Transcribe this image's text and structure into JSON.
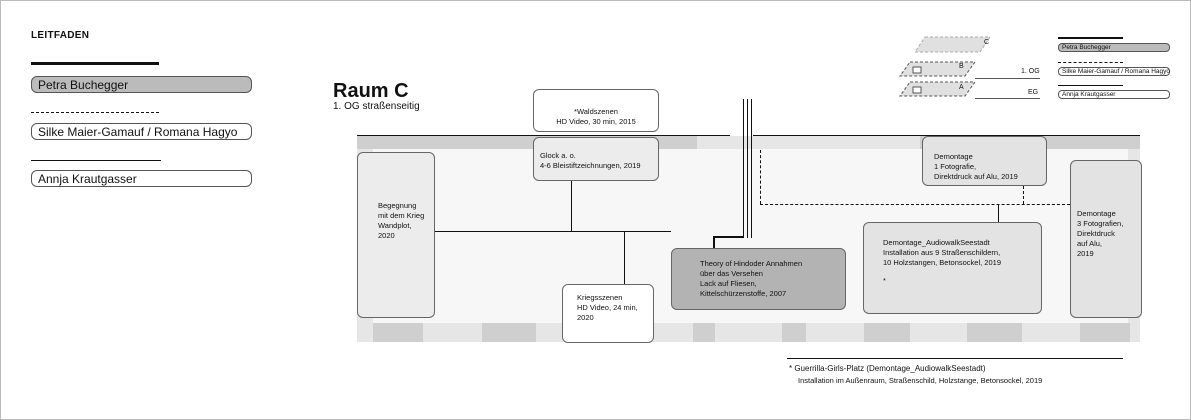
{
  "legend": {
    "title": "LEITFADEN",
    "items": [
      {
        "label": "Petra Buchegger"
      },
      {
        "label": "Silke Maier-Gamauf / Romana Hagyo"
      },
      {
        "label": "Annja Krautgasser"
      }
    ]
  },
  "room": {
    "title": "Raum C",
    "subtitle": "1. OG straßenseitig"
  },
  "works": {
    "waldszenen": "*Waldszenen\nHD Video, 30 min, 2015",
    "glock": "Glock a. o.\n4-6 Bleistiftzeichnungen, 2019",
    "begegnung": "Begegnung\nmit dem Krieg\nWandplot,\n2020",
    "kriegsszenen": "Kriegsszenen\nHD Video, 24 min,\n2020",
    "theory": "Theory of Hindoder Annahmen\nüber das Versehen\nLack auf Fliesen,\nKittelschürzenstoffe, 2007",
    "demontage1": "Demontage\n1 Fotografie,\nDirektdruck auf Alu, 2019",
    "audiowalk": "Demontage_AudiowalkSeestadt\nInstallation aus 9 Straßenschildern,\n10 Holzstangen, Betonsockel, 2019",
    "audiowalk_mark": "*",
    "demontage3": "Demontage\n3 Fotografien,\nDirektdruck\nauf Alu,\n2019"
  },
  "floor_plan": {
    "floors": [
      "C",
      "B",
      "A"
    ],
    "level_1og": "1. OG",
    "level_eg": "EG",
    "mini_legend": [
      "Petra Buchegger",
      "Silke Maier-Gamauf / Romana Hagyo",
      "Annja Krautgasser"
    ]
  },
  "footnote": {
    "line1": "* Guerrilla-Girls-Platz (Demontage_AudiowalkSeestadt)",
    "line2": "Installation im Außenraum, Straßenschild, Holzstange, Betonsockel, 2019"
  },
  "colors": {
    "room_fill": "#e6e6e6",
    "wall_gray": "#cfcfcf",
    "active_fill": "#bbbbbb",
    "theory_fill": "#b3b3b3",
    "audio_fill": "#e3e3e3"
  }
}
